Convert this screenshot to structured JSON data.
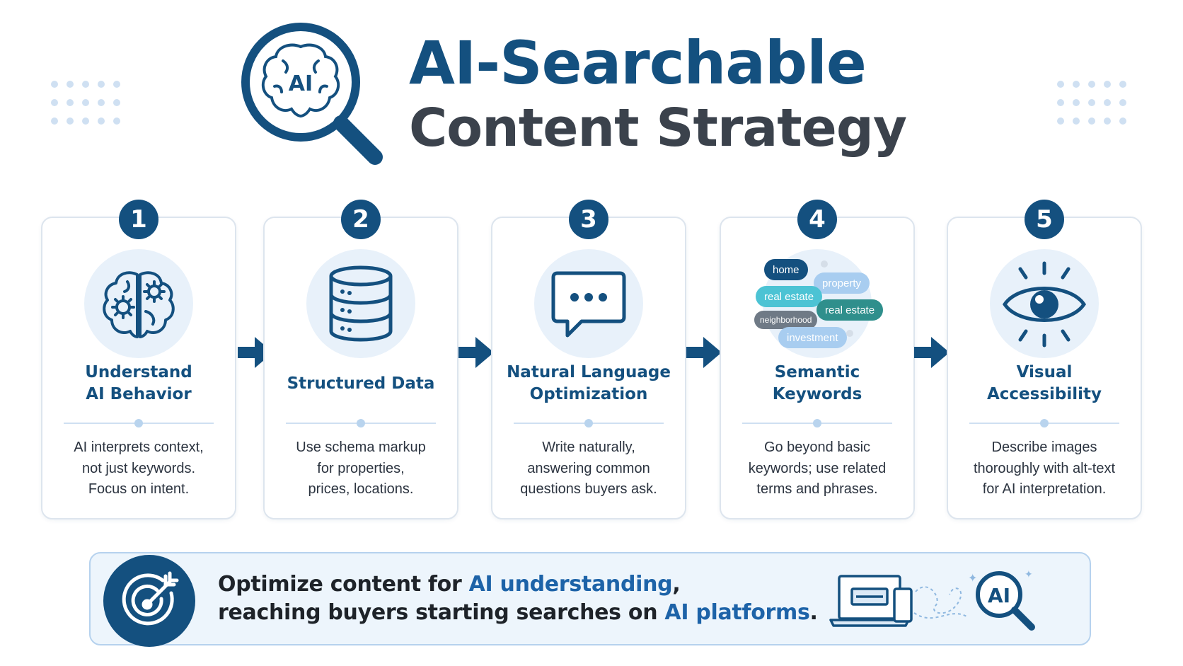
{
  "header": {
    "title_line1": "AI-Searchable",
    "title_line2": "Content Strategy",
    "logo_badge": "AI"
  },
  "steps": [
    {
      "number": "1",
      "title": "Understand\nAI Behavior",
      "description": "AI interprets context,\nnot just keywords.\nFocus on intent.",
      "icon": "brain-gears-icon"
    },
    {
      "number": "2",
      "title": "Structured Data",
      "description": "Use schema markup\nfor properties,\nprices, locations.",
      "icon": "database-icon"
    },
    {
      "number": "3",
      "title": "Natural Language\nOptimization",
      "description": "Write naturally,\nanswering common\nquestions buyers ask.",
      "icon": "chat-bubble-icon"
    },
    {
      "number": "4",
      "title": "Semantic\nKeywords",
      "description": "Go beyond basic\nkeywords; use related\nterms and phrases.",
      "icon": "keyword-cloud-icon",
      "keywords": [
        "home",
        "property",
        "real estate",
        "real estate",
        "neighborhood",
        "investment"
      ]
    },
    {
      "number": "5",
      "title": "Visual\nAccessibility",
      "description": "Describe images\nthoroughly with alt-text\nfor AI interpretation.",
      "icon": "eye-icon"
    }
  ],
  "banner": {
    "line1_pre": "Optimize content for ",
    "line1_highlight": "AI understanding",
    "line1_post": ",",
    "line2_pre": "reaching buyers starting searches on ",
    "line2_highlight": "AI platforms",
    "line2_post": ".",
    "art_badge": "AI"
  },
  "colors": {
    "primary": "#14507f",
    "heading_dark": "#3b424c",
    "highlight": "#1d63a8",
    "card_border": "#dde5ee",
    "icon_circle": "#e8f1fa",
    "banner_bg": "#edf5fc"
  }
}
